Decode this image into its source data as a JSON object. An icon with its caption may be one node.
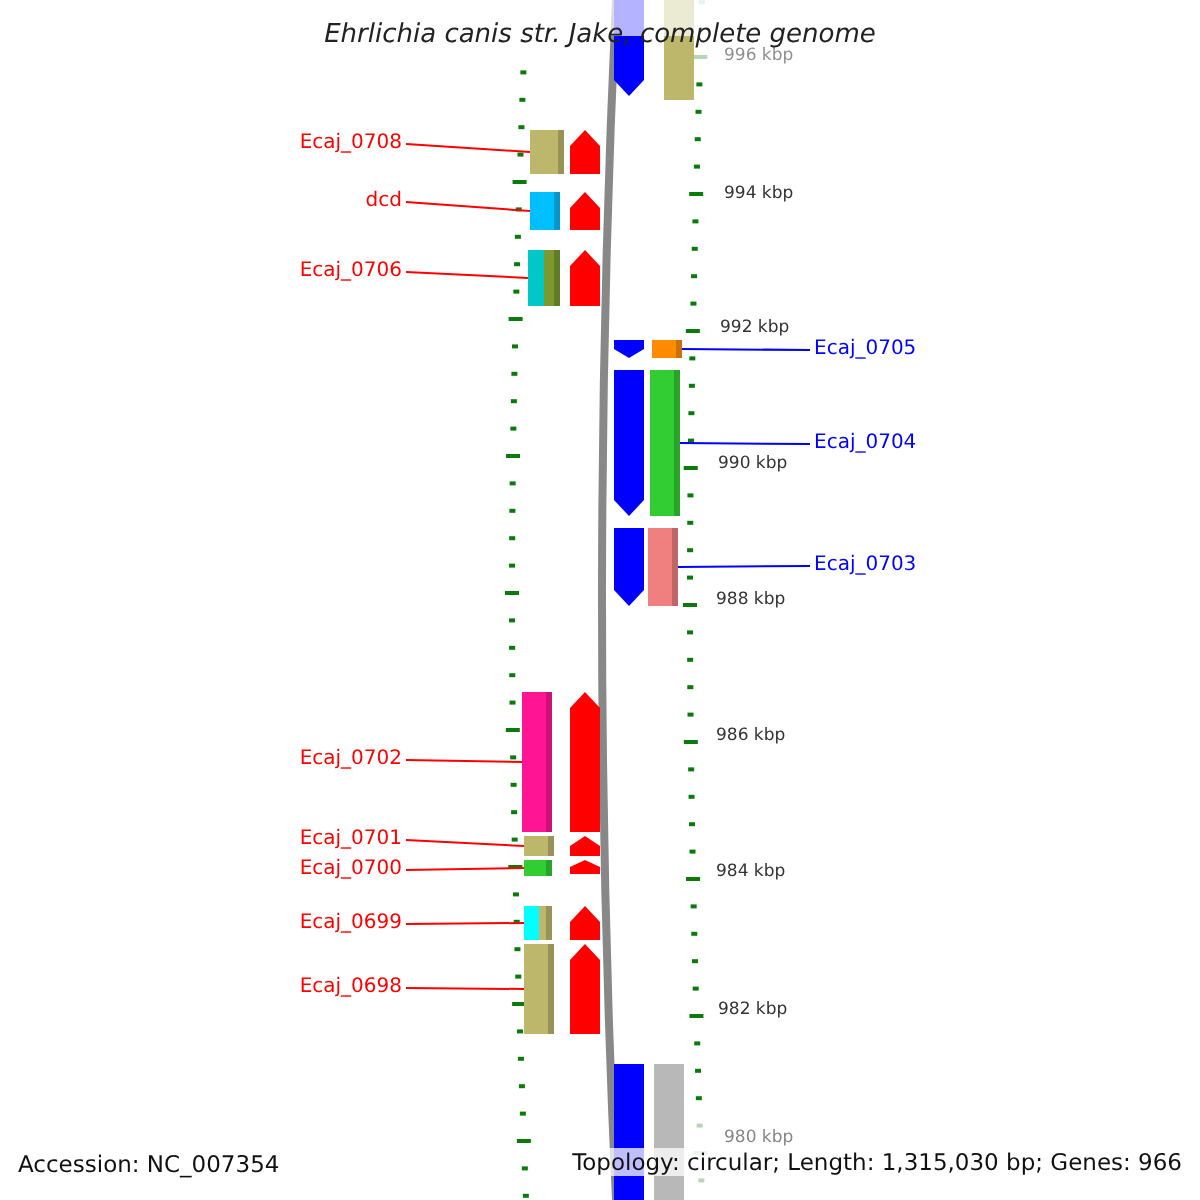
{
  "diagram": {
    "title": "Ehrlichia canis str. Jake, complete genome",
    "nodes": [
      {
        "text": [
          "Ecaj_0708"
        ]
      },
      {
        "text": [
          "dcd"
        ]
      },
      {
        "text": [
          "Ecaj_0706"
        ]
      },
      {
        "text": [
          "Ecaj_0705"
        ]
      },
      {
        "text": [
          "Ecaj_0704"
        ]
      },
      {
        "text": [
          "Ecaj_0703"
        ]
      },
      {
        "text": [
          "Ecaj_0702"
        ]
      },
      {
        "text": [
          "Ecaj_0701"
        ]
      },
      {
        "text": [
          "Ecaj_0700"
        ]
      },
      {
        "text": [
          "Ecaj_0699"
        ]
      },
      {
        "text": [
          "Ecaj_0698"
        ]
      },
      {
        "text": [],
        "shape": "bar"
      },
      {
        "text": [],
        "shape": "bar"
      },
      {
        "text": [],
        "shape": "bar"
      },
      {
        "text": [],
        "shape": "bar"
      },
      {
        "text": [],
        "shape": "bar"
      },
      {
        "text": [],
        "shape": "bar"
      },
      {
        "text": [],
        "shape": "bar"
      },
      {
        "text": [],
        "shape": "bar"
      },
      {
        "text": [],
        "shape": "bar"
      },
      {
        "text": [],
        "shape": "bar"
      },
      {
        "text": [],
        "shape": "bar"
      }
    ],
    "edges": [
      {
        "from": 0,
        "to": 11,
        "arrow": "none"
      },
      {
        "from": 1,
        "to": 12,
        "arrow": "none"
      },
      {
        "from": 2,
        "to": 13,
        "arrow": "none"
      },
      {
        "from": 3,
        "to": 14,
        "arrow": "none",
        "color": "#0000ff"
      },
      {
        "from": 4,
        "to": 15,
        "arrow": "none",
        "color": "#0000ff"
      },
      {
        "from": 5,
        "to": 16,
        "arrow": "none",
        "color": "#0000ff"
      },
      {
        "from": 6,
        "to": 17,
        "arrow": "none"
      },
      {
        "from": 7,
        "to": 18,
        "arrow": "none"
      },
      {
        "from": 8,
        "to": 19,
        "arrow": "none"
      },
      {
        "from": 9,
        "to": 20,
        "arrow": "none"
      },
      {
        "from": 10,
        "to": 21,
        "arrow": "none"
      }
    ],
    "labels": [
      "996 kbp",
      "994 kbp",
      "992 kbp",
      "990 kbp",
      "988 kbp",
      "986 kbp",
      "984 kbp",
      "982 kbp",
      "980 kbp",
      "Accession: NC_007354",
      "Topology: circular; Length: 1,315,030 bp; Genes: 966"
    ]
  }
}
